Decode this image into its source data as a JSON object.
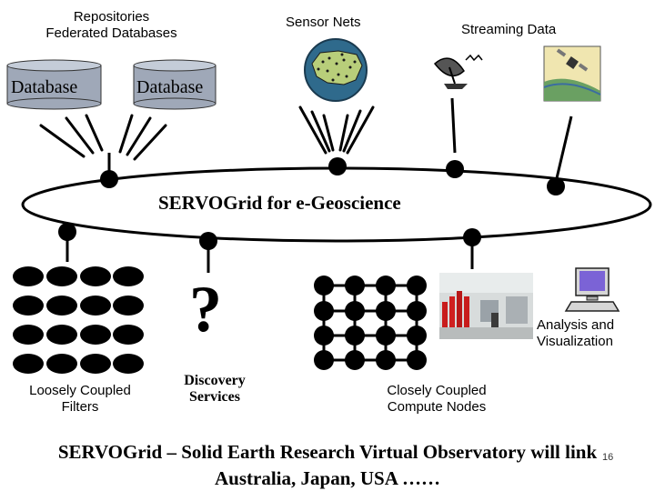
{
  "top_labels": {
    "repositories_line1": "Repositories",
    "repositories_line2": "Federated Databases",
    "sensor_nets": "Sensor Nets",
    "streaming_data": "Streaming Data"
  },
  "databases": [
    "Database",
    "Database"
  ],
  "ring_title": "SERVOGrid for e-Geoscience",
  "question_mark": "?",
  "bottom_labels": {
    "loose_line1": "Loosely Coupled",
    "loose_line2": "Filters",
    "discovery_line1": "Discovery",
    "discovery_line2": "Services",
    "close_line1": "Closely Coupled",
    "close_line2": "Compute Nodes",
    "analysis_line1": "Analysis and",
    "analysis_line2": "Visualization"
  },
  "footer": {
    "line1": "SERVOGrid – Solid Earth Research Virtual Observatory will link",
    "line2": "Australia, Japan, USA  ……"
  },
  "slide_number": "16",
  "colors": {
    "cylinder": "#9fa8b8",
    "monitor": "#7b63d6",
    "map_ocean": "#2f6a8c",
    "land": "#b8ce7a"
  }
}
